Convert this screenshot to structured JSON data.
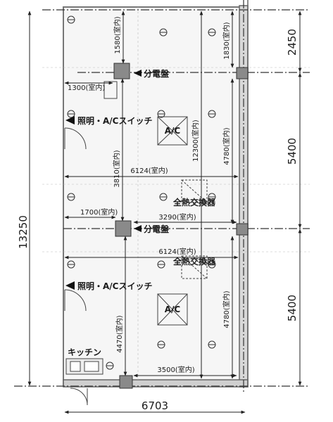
{
  "overall": {
    "height_total": "13250",
    "width_total": "6703",
    "right_top": "2450",
    "right_mid": "5400",
    "right_bottom": "5400"
  },
  "interior_dims": {
    "d1580": "1580(室内)",
    "d1830": "1830(室内)",
    "d1300": "1300(室内)",
    "d12300": "12300(室内)",
    "d3810": "3810(室内)",
    "d4780_top": "4780(室内)",
    "d6124_top": "6124(室内)",
    "d1700": "1700(室内)",
    "d3290": "3290(室内)",
    "d6124_bottom": "6124(室内)",
    "d4470": "4470(室内)",
    "d4780_bottom": "4780(室内)",
    "d3500": "3500(室内)"
  },
  "labels": {
    "panel_top": "分電盤",
    "panel_bottom": "分電盤",
    "switch_top": "照明・A/Cスイッチ",
    "switch_bottom": "照明・A/Cスイッチ",
    "ac_top": "A/C",
    "ac_bottom": "A/C",
    "hx_top": "全熱交換器",
    "hx_bottom": "全熱交換器",
    "kitchen": "キッチン"
  }
}
